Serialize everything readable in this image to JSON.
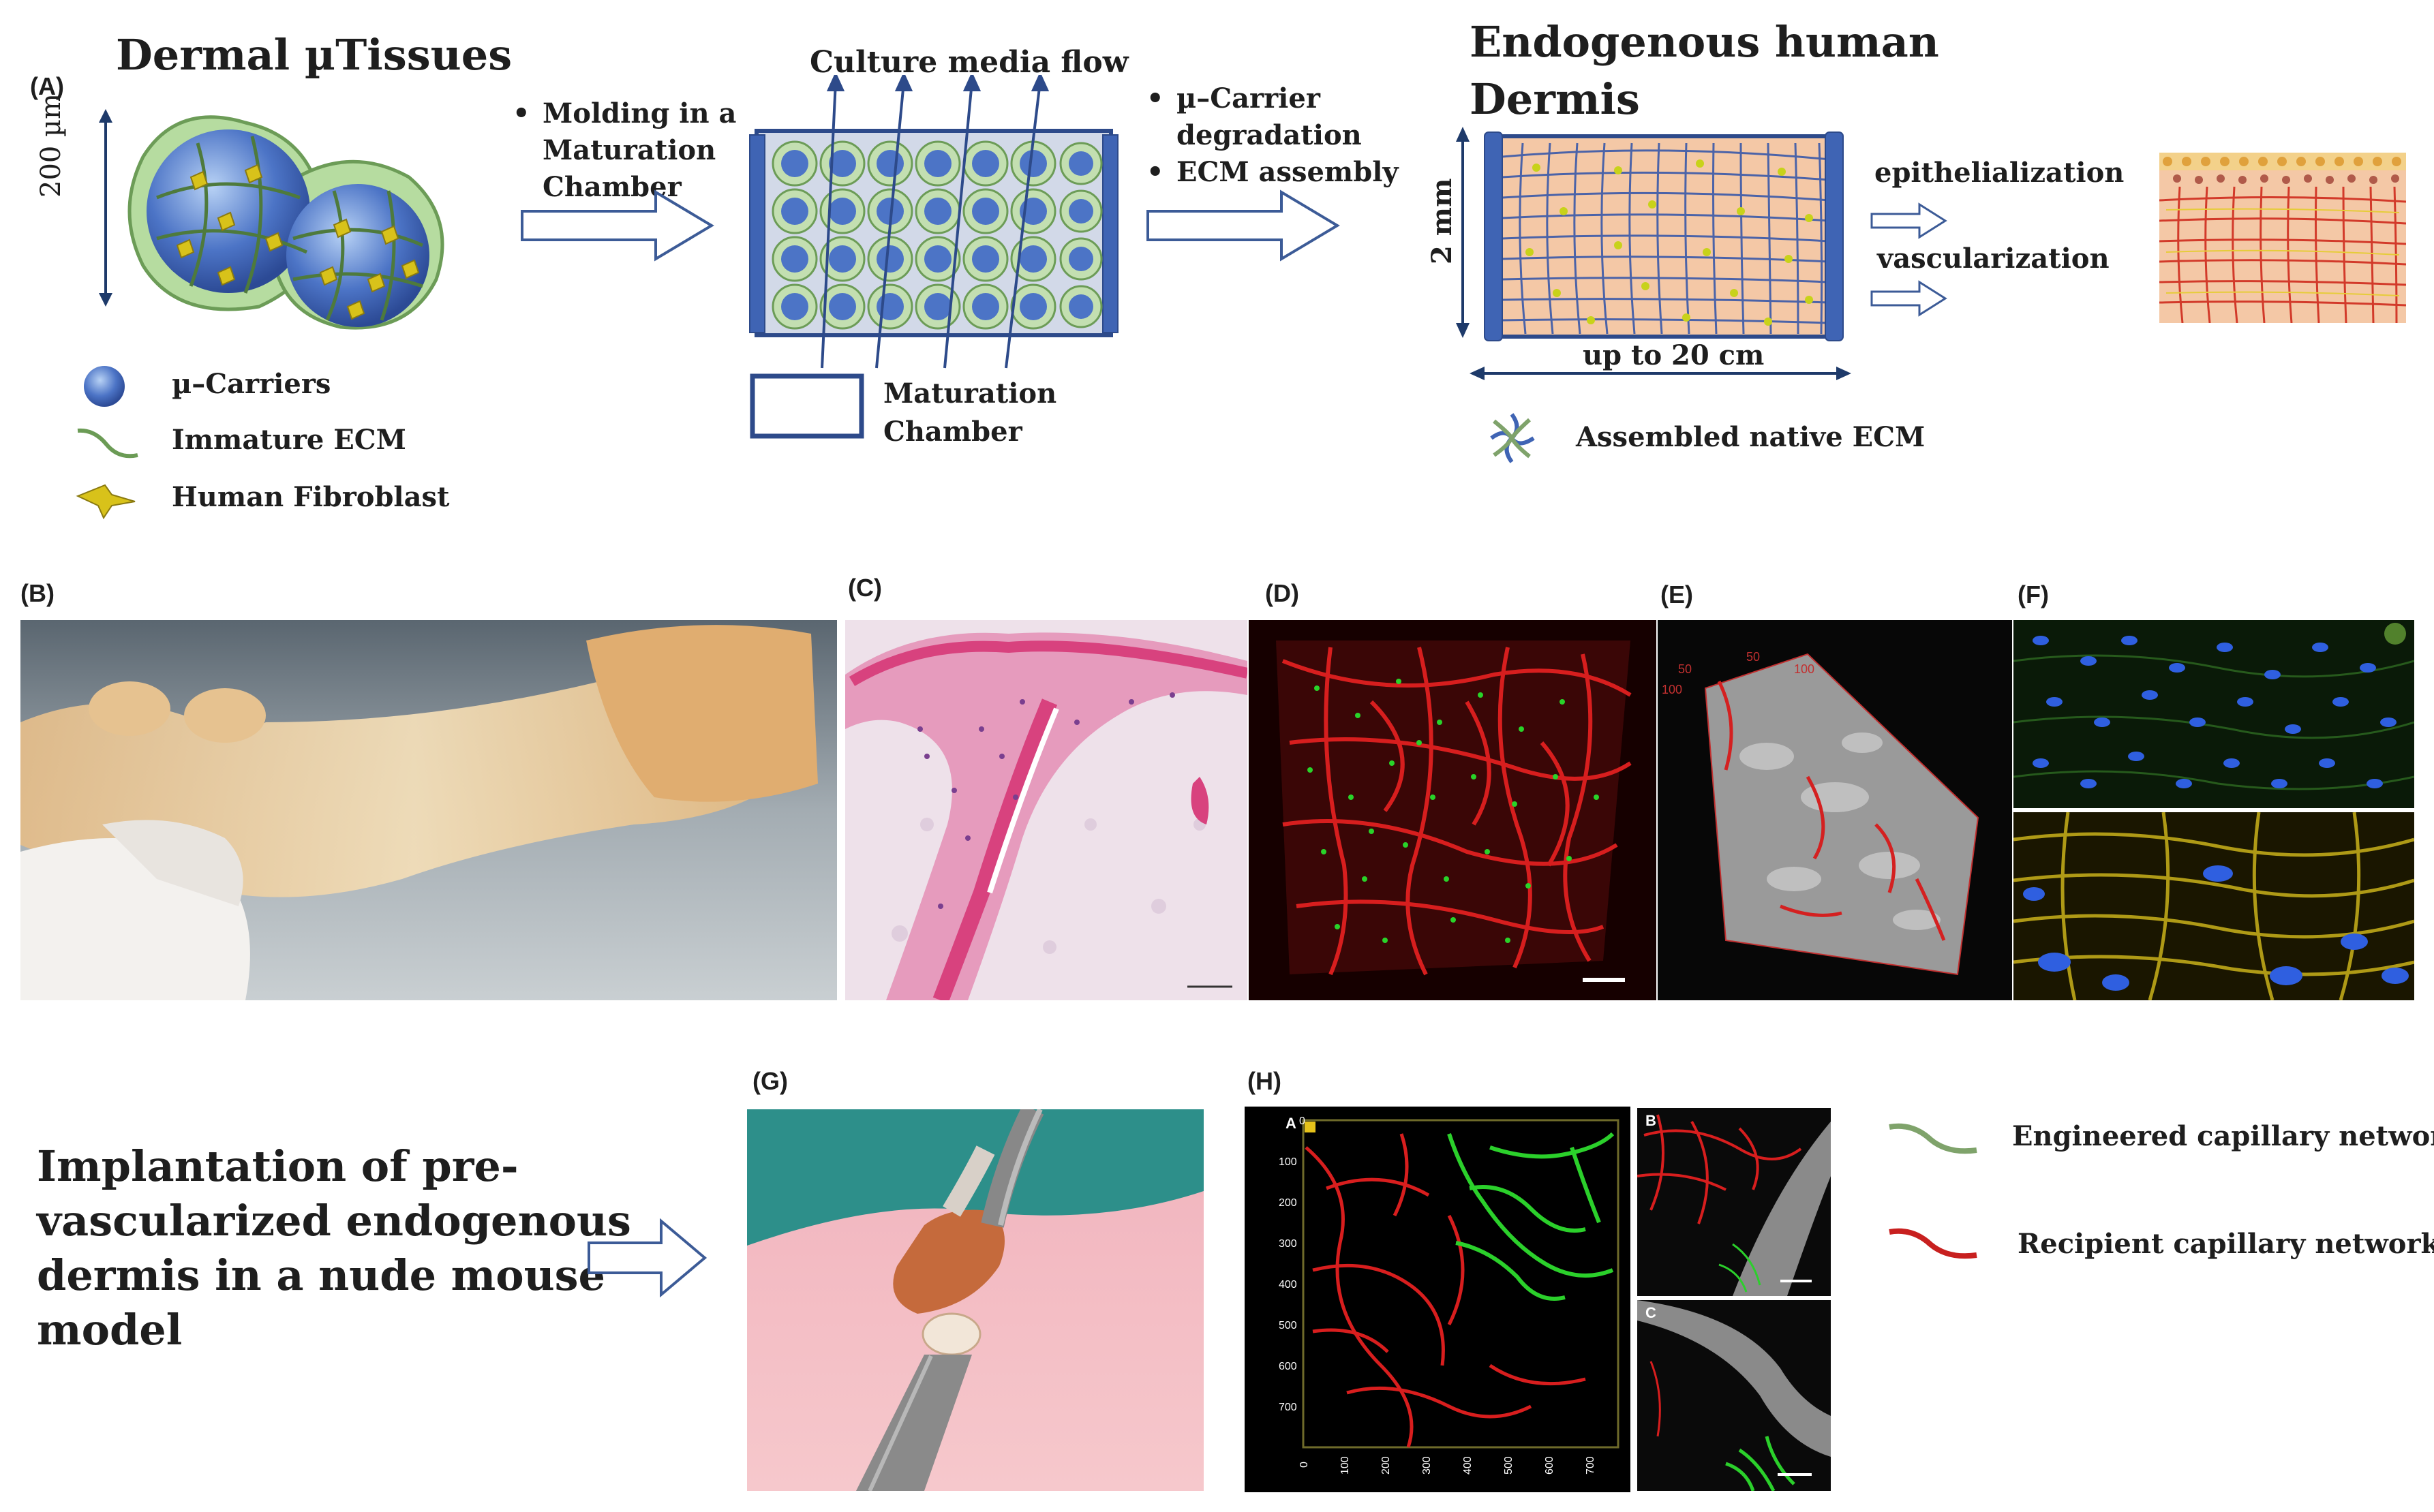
{
  "panel_labels": {
    "A": "(A)",
    "B": "(B)",
    "C": "(C)",
    "D": "(D)",
    "E": "(E)",
    "F": "(F)",
    "G": "(G)",
    "H": "(H)"
  },
  "row1": {
    "dermal_title": "Dermal µTissues",
    "size_label": "200 µm",
    "legend": {
      "carriers": "µ–Carriers",
      "immature_ecm": "Immature ECM",
      "fibroblast": "Human Fibroblast"
    },
    "step1_bullets": [
      "Molding in a",
      "Maturation",
      "Chamber"
    ],
    "culture_flow": "Culture media flow",
    "chamber_label": [
      "Maturation",
      "Chamber"
    ],
    "step2_bullets": [
      [
        "µ–Carrier",
        "degradation"
      ],
      [
        "ECM assembly"
      ]
    ],
    "dermis_title": [
      "Endogenous human",
      "Dermis"
    ],
    "thickness": "2 mm",
    "width": "up to 20 cm",
    "native_ecm": "Assembled native ECM",
    "epithelialization": "epithelialization",
    "vascularization": "vascularization"
  },
  "row3": {
    "implant_text": [
      "Implantation of pre-",
      "vascularized endogenous",
      "dermis in a nude mouse",
      "model"
    ],
    "legend": {
      "engineered": "Engineered capillary network",
      "recipient": "Recipient capillary network"
    },
    "h_sublabels": {
      "a": "A",
      "b": "B",
      "c": "C"
    },
    "h_yticks": [
      "0",
      "100",
      "200",
      "300",
      "400",
      "500",
      "600",
      "700"
    ],
    "h_xticks": [
      "0",
      "100",
      "200",
      "300",
      "400",
      "500",
      "600",
      "700"
    ],
    "e_ticks": [
      "50",
      "100",
      "50",
      "100"
    ]
  },
  "colors": {
    "carrier_blue": "#3f64b4",
    "ecm_green": "#7aa35c",
    "fibroblast_yellow": "#d8c21a",
    "arrow_blue": "#3c5b97",
    "capillary_green": "#7fa36b",
    "capillary_red": "#c8201f"
  }
}
